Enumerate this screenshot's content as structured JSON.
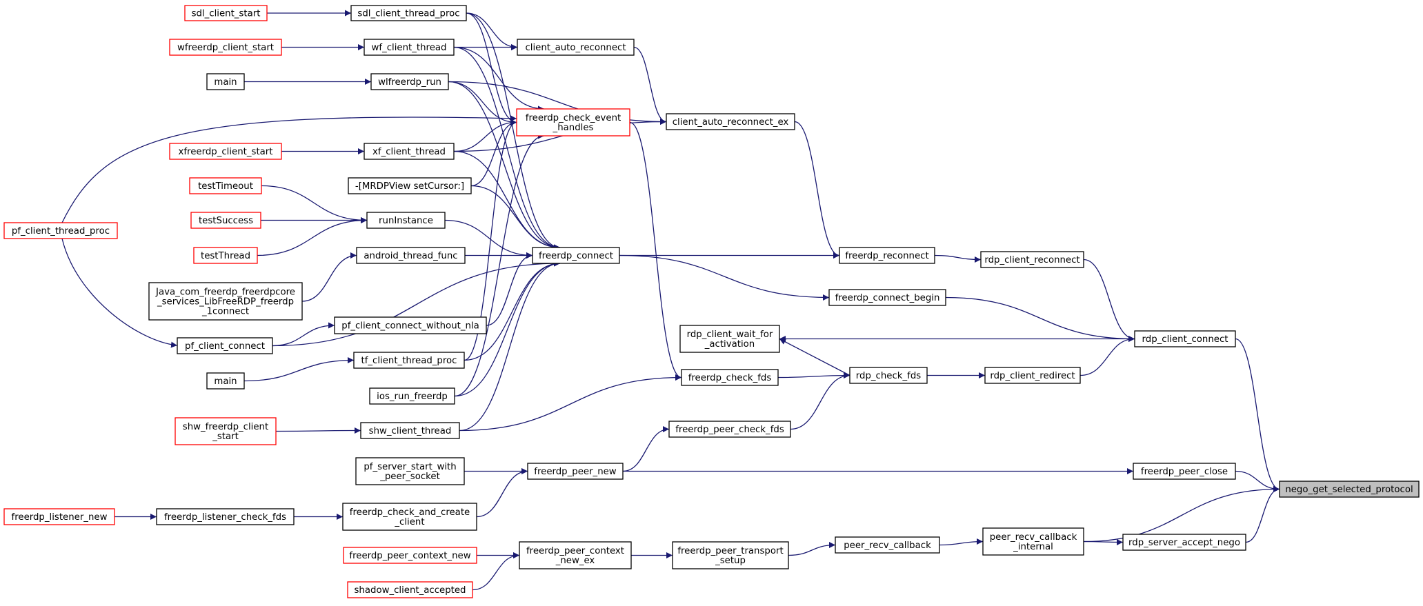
{
  "colors": {
    "edge": "#191970",
    "border_default": "#000000",
    "border_truncated": "#ff0000",
    "highlight_fill": "#bfbfbf",
    "node_fill": "#ffffff"
  },
  "nodes": {
    "sdl_client_start": {
      "lines": [
        "sdl_client_start"
      ],
      "truncated": true
    },
    "sdl_client_thread_proc": {
      "lines": [
        "sdl_client_thread_proc"
      ]
    },
    "wfreerdp_client_start": {
      "lines": [
        "wfreerdp_client_start"
      ],
      "truncated": true
    },
    "wf_client_thread": {
      "lines": [
        "wf_client_thread"
      ]
    },
    "main1": {
      "lines": [
        "main"
      ]
    },
    "wlfreerdp_run": {
      "lines": [
        "wlfreerdp_run"
      ]
    },
    "xfreerdp_client_start": {
      "lines": [
        "xfreerdp_client_start"
      ],
      "truncated": true
    },
    "xf_client_thread": {
      "lines": [
        "xf_client_thread"
      ]
    },
    "mrdpview": {
      "lines": [
        "-[MRDPView setCursor:]"
      ]
    },
    "testTimeout": {
      "lines": [
        "testTimeout"
      ],
      "truncated": true
    },
    "testSuccess": {
      "lines": [
        "testSuccess"
      ],
      "truncated": true
    },
    "testThread": {
      "lines": [
        "testThread"
      ],
      "truncated": true
    },
    "runInstance": {
      "lines": [
        "runInstance"
      ]
    },
    "pf_client_thread_proc": {
      "lines": [
        "pf_client_thread_proc"
      ],
      "truncated": true
    },
    "android_thread_func": {
      "lines": [
        "android_thread_func"
      ]
    },
    "java_connect": {
      "lines": [
        "Java_com_freerdp_freerdpcore",
        "_services_LibFreeRDP_freerdp",
        "_1connect"
      ]
    },
    "pf_client_connect": {
      "lines": [
        "pf_client_connect"
      ]
    },
    "pf_client_connect_without_nla": {
      "lines": [
        "pf_client_connect_without_nla"
      ]
    },
    "main2": {
      "lines": [
        "main"
      ]
    },
    "tf_client_thread_proc": {
      "lines": [
        "tf_client_thread_proc"
      ]
    },
    "ios_run_freerdp": {
      "lines": [
        "ios_run_freerdp"
      ]
    },
    "shw_freerdp_client_start": {
      "lines": [
        "shw_freerdp_client",
        "_start"
      ],
      "truncated": true
    },
    "shw_client_thread": {
      "lines": [
        "shw_client_thread"
      ]
    },
    "pf_server_start_with_peer_socket": {
      "lines": [
        "pf_server_start_with",
        "_peer_socket"
      ]
    },
    "freerdp_listener_new": {
      "lines": [
        "freerdp_listener_new"
      ],
      "truncated": true
    },
    "freerdp_listener_check_fds": {
      "lines": [
        "freerdp_listener_check_fds"
      ]
    },
    "freerdp_check_and_create_client": {
      "lines": [
        "freerdp_check_and_create",
        "_client"
      ]
    },
    "freerdp_peer_context_new": {
      "lines": [
        "freerdp_peer_context_new"
      ],
      "truncated": true
    },
    "shadow_client_accepted": {
      "lines": [
        "shadow_client_accepted"
      ],
      "truncated": true
    },
    "client_auto_reconnect": {
      "lines": [
        "client_auto_reconnect"
      ]
    },
    "freerdp_check_event_handles": {
      "lines": [
        "freerdp_check_event",
        "_handles"
      ],
      "truncated": true
    },
    "freerdp_connect": {
      "lines": [
        "freerdp_connect"
      ]
    },
    "freerdp_peer_new": {
      "lines": [
        "freerdp_peer_new"
      ]
    },
    "freerdp_peer_context_new_ex": {
      "lines": [
        "freerdp_peer_context",
        "_new_ex"
      ]
    },
    "client_auto_reconnect_ex": {
      "lines": [
        "client_auto_reconnect_ex"
      ]
    },
    "rdp_client_wait_for_activation": {
      "lines": [
        "rdp_client_wait_for",
        "_activation"
      ]
    },
    "freerdp_check_fds": {
      "lines": [
        "freerdp_check_fds"
      ]
    },
    "freerdp_peer_check_fds": {
      "lines": [
        "freerdp_peer_check_fds"
      ]
    },
    "freerdp_peer_transport_setup": {
      "lines": [
        "freerdp_peer_transport",
        "_setup"
      ]
    },
    "freerdp_reconnect": {
      "lines": [
        "freerdp_reconnect"
      ]
    },
    "freerdp_connect_begin": {
      "lines": [
        "freerdp_connect_begin"
      ]
    },
    "rdp_check_fds": {
      "lines": [
        "rdp_check_fds"
      ]
    },
    "peer_recv_callback": {
      "lines": [
        "peer_recv_callback"
      ]
    },
    "rdp_client_reconnect": {
      "lines": [
        "rdp_client_reconnect"
      ]
    },
    "rdp_client_redirect": {
      "lines": [
        "rdp_client_redirect"
      ]
    },
    "peer_recv_callback_internal": {
      "lines": [
        "peer_recv_callback",
        "_internal"
      ]
    },
    "rdp_client_connect": {
      "lines": [
        "rdp_client_connect"
      ]
    },
    "freerdp_peer_close": {
      "lines": [
        "freerdp_peer_close"
      ]
    },
    "rdp_server_accept_nego": {
      "lines": [
        "rdp_server_accept_nego"
      ]
    },
    "nego_get_selected_protocol": {
      "lines": [
        "nego_get_selected_protocol"
      ],
      "highlight": true
    }
  },
  "edges": [
    [
      "sdl_client_start",
      "sdl_client_thread_proc"
    ],
    [
      "wfreerdp_client_start",
      "wf_client_thread"
    ],
    [
      "main1",
      "wlfreerdp_run"
    ],
    [
      "xfreerdp_client_start",
      "xf_client_thread"
    ],
    [
      "testTimeout",
      "runInstance"
    ],
    [
      "testSuccess",
      "runInstance"
    ],
    [
      "testThread",
      "runInstance"
    ],
    [
      "java_connect",
      "android_thread_func"
    ],
    [
      "pf_client_thread_proc",
      "pf_client_connect"
    ],
    [
      "pf_client_connect",
      "pf_client_connect_without_nla"
    ],
    [
      "main2",
      "tf_client_thread_proc"
    ],
    [
      "shw_freerdp_client_start",
      "shw_client_thread"
    ],
    [
      "pf_server_start_with_peer_socket",
      "freerdp_peer_new"
    ],
    [
      "freerdp_listener_new",
      "freerdp_listener_check_fds"
    ],
    [
      "freerdp_listener_check_fds",
      "freerdp_check_and_create_client"
    ],
    [
      "freerdp_check_and_create_client",
      "freerdp_peer_new"
    ],
    [
      "freerdp_peer_context_new",
      "freerdp_peer_context_new_ex"
    ],
    [
      "shadow_client_accepted",
      "freerdp_peer_context_new_ex"
    ],
    [
      "sdl_client_thread_proc",
      "client_auto_reconnect"
    ],
    [
      "wf_client_thread",
      "client_auto_reconnect"
    ],
    [
      "sdl_client_thread_proc",
      "freerdp_check_event_handles"
    ],
    [
      "wf_client_thread",
      "freerdp_check_event_handles"
    ],
    [
      "wlfreerdp_run",
      "freerdp_check_event_handles"
    ],
    [
      "xf_client_thread",
      "freerdp_check_event_handles"
    ],
    [
      "mrdpview",
      "freerdp_check_event_handles"
    ],
    [
      "tf_client_thread_proc",
      "freerdp_check_event_handles"
    ],
    [
      "ios_run_freerdp",
      "freerdp_check_event_handles"
    ],
    [
      "pf_client_thread_proc",
      "freerdp_check_event_handles"
    ],
    [
      "sdl_client_thread_proc",
      "freerdp_connect"
    ],
    [
      "wf_client_thread",
      "freerdp_connect"
    ],
    [
      "wlfreerdp_run",
      "freerdp_connect"
    ],
    [
      "xf_client_thread",
      "freerdp_connect"
    ],
    [
      "mrdpview",
      "freerdp_connect"
    ],
    [
      "runInstance",
      "freerdp_connect"
    ],
    [
      "android_thread_func",
      "freerdp_connect"
    ],
    [
      "pf_client_connect",
      "freerdp_connect"
    ],
    [
      "pf_client_connect_without_nla",
      "freerdp_connect"
    ],
    [
      "tf_client_thread_proc",
      "freerdp_connect"
    ],
    [
      "ios_run_freerdp",
      "freerdp_connect"
    ],
    [
      "shw_client_thread",
      "freerdp_connect"
    ],
    [
      "client_auto_reconnect",
      "client_auto_reconnect_ex"
    ],
    [
      "wlfreerdp_run",
      "client_auto_reconnect_ex"
    ],
    [
      "xf_client_thread",
      "client_auto_reconnect_ex"
    ],
    [
      "freerdp_check_event_handles",
      "freerdp_check_fds"
    ],
    [
      "shw_client_thread",
      "freerdp_check_fds"
    ],
    [
      "freerdp_peer_new",
      "freerdp_peer_check_fds"
    ],
    [
      "freerdp_peer_context_new_ex",
      "freerdp_peer_transport_setup"
    ],
    [
      "client_auto_reconnect_ex",
      "freerdp_reconnect"
    ],
    [
      "freerdp_connect",
      "freerdp_reconnect"
    ],
    [
      "freerdp_connect",
      "freerdp_connect_begin"
    ],
    [
      "rdp_check_fds",
      "rdp_client_wait_for_activation"
    ],
    [
      "freerdp_check_fds",
      "rdp_check_fds"
    ],
    [
      "freerdp_peer_check_fds",
      "rdp_check_fds"
    ],
    [
      "freerdp_peer_transport_setup",
      "peer_recv_callback"
    ],
    [
      "freerdp_reconnect",
      "rdp_client_reconnect"
    ],
    [
      "rdp_check_fds",
      "rdp_client_redirect"
    ],
    [
      "peer_recv_callback",
      "peer_recv_callback_internal"
    ],
    [
      "rdp_client_connect",
      "rdp_client_wait_for_activation"
    ],
    [
      "rdp_client_reconnect",
      "rdp_client_connect"
    ],
    [
      "freerdp_connect_begin",
      "rdp_client_connect"
    ],
    [
      "rdp_client_redirect",
      "rdp_client_connect"
    ],
    [
      "freerdp_peer_new",
      "freerdp_peer_close"
    ],
    [
      "peer_recv_callback_internal",
      "rdp_server_accept_nego"
    ],
    [
      "rdp_client_connect",
      "nego_get_selected_protocol"
    ],
    [
      "freerdp_peer_close",
      "nego_get_selected_protocol"
    ],
    [
      "peer_recv_callback_internal",
      "nego_get_selected_protocol"
    ],
    [
      "rdp_server_accept_nego",
      "nego_get_selected_protocol"
    ]
  ]
}
